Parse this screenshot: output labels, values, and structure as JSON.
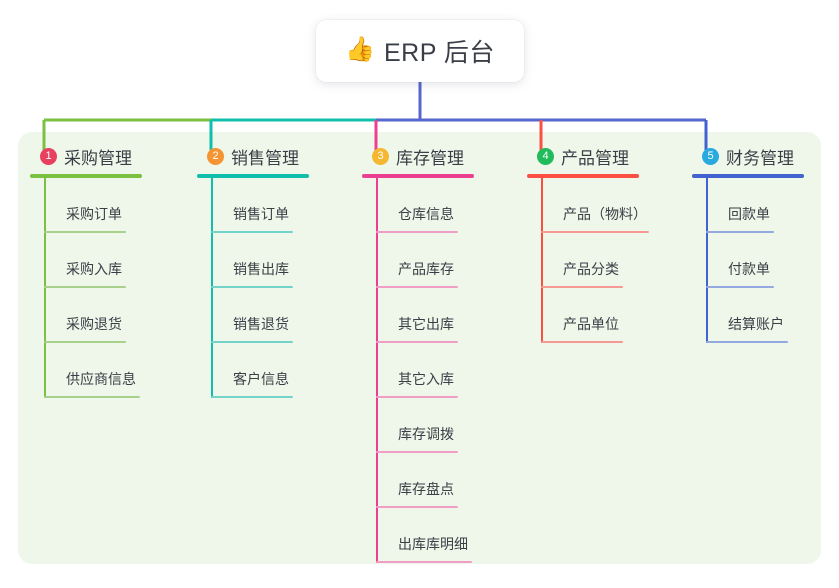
{
  "root": {
    "icon": "thumbs-up-icon",
    "icon_glyph": "👍",
    "label": "ERP 后台"
  },
  "panel": {
    "background_color": "#eef7e9"
  },
  "connector": {
    "trunk_color": "#5566cc",
    "segments": [
      {
        "color": "#7ac143"
      },
      {
        "color": "#0fbfac"
      },
      {
        "color": "#5566cc"
      }
    ]
  },
  "columns": [
    {
      "number": "1",
      "title": "采购管理",
      "badge_color": "#e8415f",
      "line_color": "#7ac143",
      "child_line_color": "#a8d18b",
      "rule_width": 112,
      "children": [
        {
          "label": "采购订单",
          "rule_width": 82
        },
        {
          "label": "采购入库",
          "rule_width": 82
        },
        {
          "label": "采购退货",
          "rule_width": 82
        },
        {
          "label": "供应商信息",
          "rule_width": 96
        }
      ]
    },
    {
      "number": "2",
      "title": "销售管理",
      "badge_color": "#f59433",
      "line_color": "#0fbfac",
      "child_line_color": "#73d3c8",
      "rule_width": 112,
      "children": [
        {
          "label": "销售订单",
          "rule_width": 82
        },
        {
          "label": "销售出库",
          "rule_width": 82
        },
        {
          "label": "销售退货",
          "rule_width": 82
        },
        {
          "label": "客户信息",
          "rule_width": 82
        }
      ]
    },
    {
      "number": "3",
      "title": "库存管理",
      "badge_color": "#f5b731",
      "line_color": "#ec3f92",
      "child_line_color": "#f09ec6",
      "rule_width": 112,
      "children": [
        {
          "label": "仓库信息",
          "rule_width": 82
        },
        {
          "label": "产品库存",
          "rule_width": 82
        },
        {
          "label": "其它出库",
          "rule_width": 82
        },
        {
          "label": "其它入库",
          "rule_width": 82
        },
        {
          "label": "库存调拨",
          "rule_width": 82
        },
        {
          "label": "库存盘点",
          "rule_width": 82
        },
        {
          "label": "出库库明细",
          "rule_width": 96
        }
      ]
    },
    {
      "number": "4",
      "title": "产品管理",
      "badge_color": "#22bb5b",
      "line_color": "#fb4f44",
      "child_line_color": "#f59a93",
      "rule_width": 112,
      "children": [
        {
          "label": "产品（物料）",
          "rule_width": 108
        },
        {
          "label": "产品分类",
          "rule_width": 82
        },
        {
          "label": "产品单位",
          "rule_width": 82
        }
      ]
    },
    {
      "number": "5",
      "title": "财务管理",
      "badge_color": "#29aadf",
      "line_color": "#4163cf",
      "child_line_color": "#93a9e0",
      "rule_width": 112,
      "children": [
        {
          "label": "回款单",
          "rule_width": 68
        },
        {
          "label": "付款单",
          "rule_width": 68
        },
        {
          "label": "结算账户",
          "rule_width": 82
        }
      ]
    }
  ]
}
